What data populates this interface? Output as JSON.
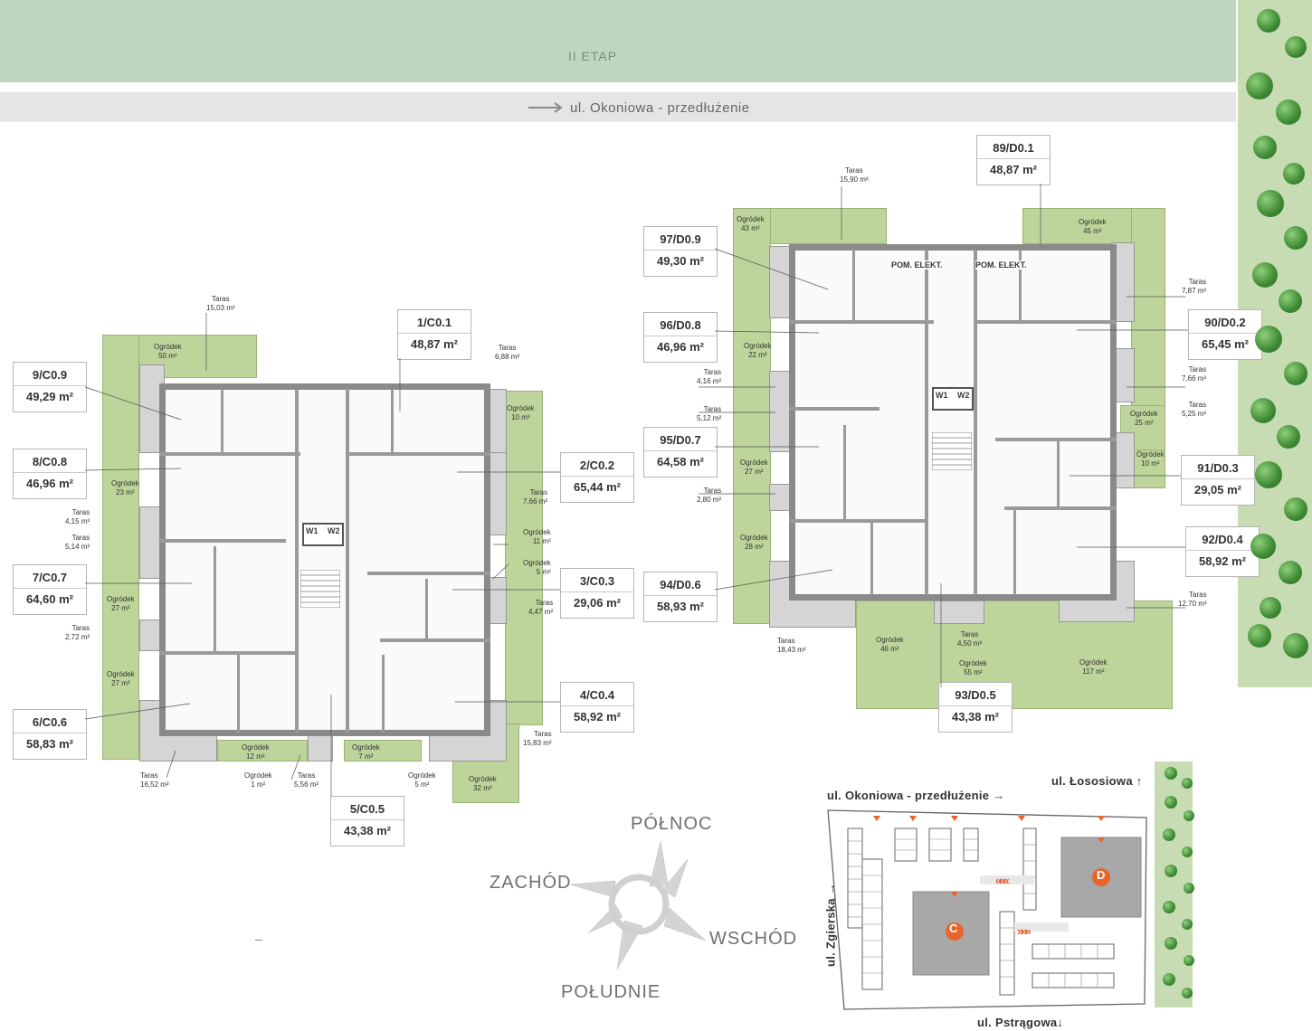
{
  "header": {
    "etap_label": "II ETAP",
    "street_label": "ul. Okoniowa - przedłużenie"
  },
  "colors": {
    "garden": "#bdd59a",
    "terrace": "#d5d5d5",
    "etap_bar": "#bfd5bf",
    "accent_orange": "#e8642a",
    "tree_green": "#3e8a34"
  },
  "building_c": {
    "apartments": [
      {
        "id": "1/C0.1",
        "area": "48,87 m²"
      },
      {
        "id": "2/C0.2",
        "area": "65,44 m²"
      },
      {
        "id": "3/C0.3",
        "area": "29,06 m²"
      },
      {
        "id": "4/C0.4",
        "area": "58,92 m²"
      },
      {
        "id": "5/C0.5",
        "area": "43,38 m²"
      },
      {
        "id": "6/C0.6",
        "area": "58,83 m²"
      },
      {
        "id": "7/C0.7",
        "area": "64,60 m²"
      },
      {
        "id": "8/C0.8",
        "area": "46,96 m²"
      },
      {
        "id": "9/C0.9",
        "area": "49,29 m²"
      }
    ],
    "labels": [
      {
        "t": "Taras",
        "v": "15,03 m²"
      },
      {
        "t": "Ogródek",
        "v": "50 m²"
      },
      {
        "t": "Taras",
        "v": "6,88 m²"
      },
      {
        "t": "Ogródek",
        "v": "10 m²"
      },
      {
        "t": "Ogródek",
        "v": "23 m²"
      },
      {
        "t": "Taras",
        "v": "4,15 m²"
      },
      {
        "t": "Taras",
        "v": "5,14 m²"
      },
      {
        "t": "Ogródek",
        "v": "27 m²"
      },
      {
        "t": "Taras",
        "v": "2,72 m²"
      },
      {
        "t": "Ogródek",
        "v": "27 m²"
      },
      {
        "t": "Taras",
        "v": "7,66 m²"
      },
      {
        "t": "Ogródek",
        "v": "11 m²"
      },
      {
        "t": "Ogródek",
        "v": "5 m²"
      },
      {
        "t": "Taras",
        "v": "4,47 m²"
      },
      {
        "t": "Taras",
        "v": "15,83 m²"
      },
      {
        "t": "Ogródek",
        "v": "32 m²"
      },
      {
        "t": "Ogródek",
        "v": "12 m²"
      },
      {
        "t": "Ogródek",
        "v": "7 m²"
      },
      {
        "t": "Taras",
        "v": "16,52 m²"
      },
      {
        "t": "Ogródek",
        "v": "1 m²"
      },
      {
        "t": "Taras",
        "v": "5,56 m²"
      },
      {
        "t": "Ogródek",
        "v": "5 m²"
      }
    ],
    "lift_labels": [
      "W1",
      "W2"
    ]
  },
  "building_d": {
    "apartments": [
      {
        "id": "89/D0.1",
        "area": "48,87 m²"
      },
      {
        "id": "90/D0.2",
        "area": "65,45 m²"
      },
      {
        "id": "91/D0.3",
        "area": "29,05 m²"
      },
      {
        "id": "92/D0.4",
        "area": "58,92 m²"
      },
      {
        "id": "93/D0.5",
        "area": "43,38 m²"
      },
      {
        "id": "94/D0.6",
        "area": "58,93 m²"
      },
      {
        "id": "95/D0.7",
        "area": "64,58 m²"
      },
      {
        "id": "96/D0.8",
        "area": "46,96 m²"
      },
      {
        "id": "97/D0.9",
        "area": "49,30 m²"
      }
    ],
    "labels": [
      {
        "t": "Taras",
        "v": "15,90 m²"
      },
      {
        "t": "Ogródek",
        "v": "43 m²"
      },
      {
        "t": "Ogródek",
        "v": "45 m²"
      },
      {
        "t": "Taras",
        "v": "7,87 m²"
      },
      {
        "t": "Ogródek",
        "v": "22 m²"
      },
      {
        "t": "Taras",
        "v": "4,16 m²"
      },
      {
        "t": "Taras",
        "v": "5,12 m²"
      },
      {
        "t": "Taras",
        "v": "7,66 m²"
      },
      {
        "t": "Ogródek",
        "v": "25 m²"
      },
      {
        "t": "Taras",
        "v": "5,25 m²"
      },
      {
        "t": "Ogródek",
        "v": "10 m²"
      },
      {
        "t": "Ogródek",
        "v": "27 m²"
      },
      {
        "t": "Taras",
        "v": "2,80 m²"
      },
      {
        "t": "Ogródek",
        "v": "28 m²"
      },
      {
        "t": "Taras",
        "v": "12,70 m²"
      },
      {
        "t": "Taras",
        "v": "18,43 m²"
      },
      {
        "t": "Ogródek",
        "v": "46 m²"
      },
      {
        "t": "Taras",
        "v": "4,50 m²"
      },
      {
        "t": "Ogródek",
        "v": "55 m²"
      },
      {
        "t": "Ogródek",
        "v": "117 m²"
      }
    ],
    "room_labels": [
      "POM. ELEKT.",
      "POM. ELEKT."
    ],
    "lift_labels": [
      "W1",
      "W2"
    ]
  },
  "compass": {
    "north": "PÓŁNOC",
    "west": "ZACHÓD",
    "east": "WSCHÓD",
    "south": "POŁUDNIE"
  },
  "site_map": {
    "streets": {
      "top": "ul. Okoniowa - przedłużenie",
      "top_right": "ul. Łososiowa",
      "left": "ul. Zgierska",
      "bottom": "ul. Pstrągowa"
    },
    "building_c_letter": "C",
    "building_d_letter": "D",
    "arrows_left": "«««",
    "arrows_right": "»»»"
  },
  "dash_mark": "–"
}
